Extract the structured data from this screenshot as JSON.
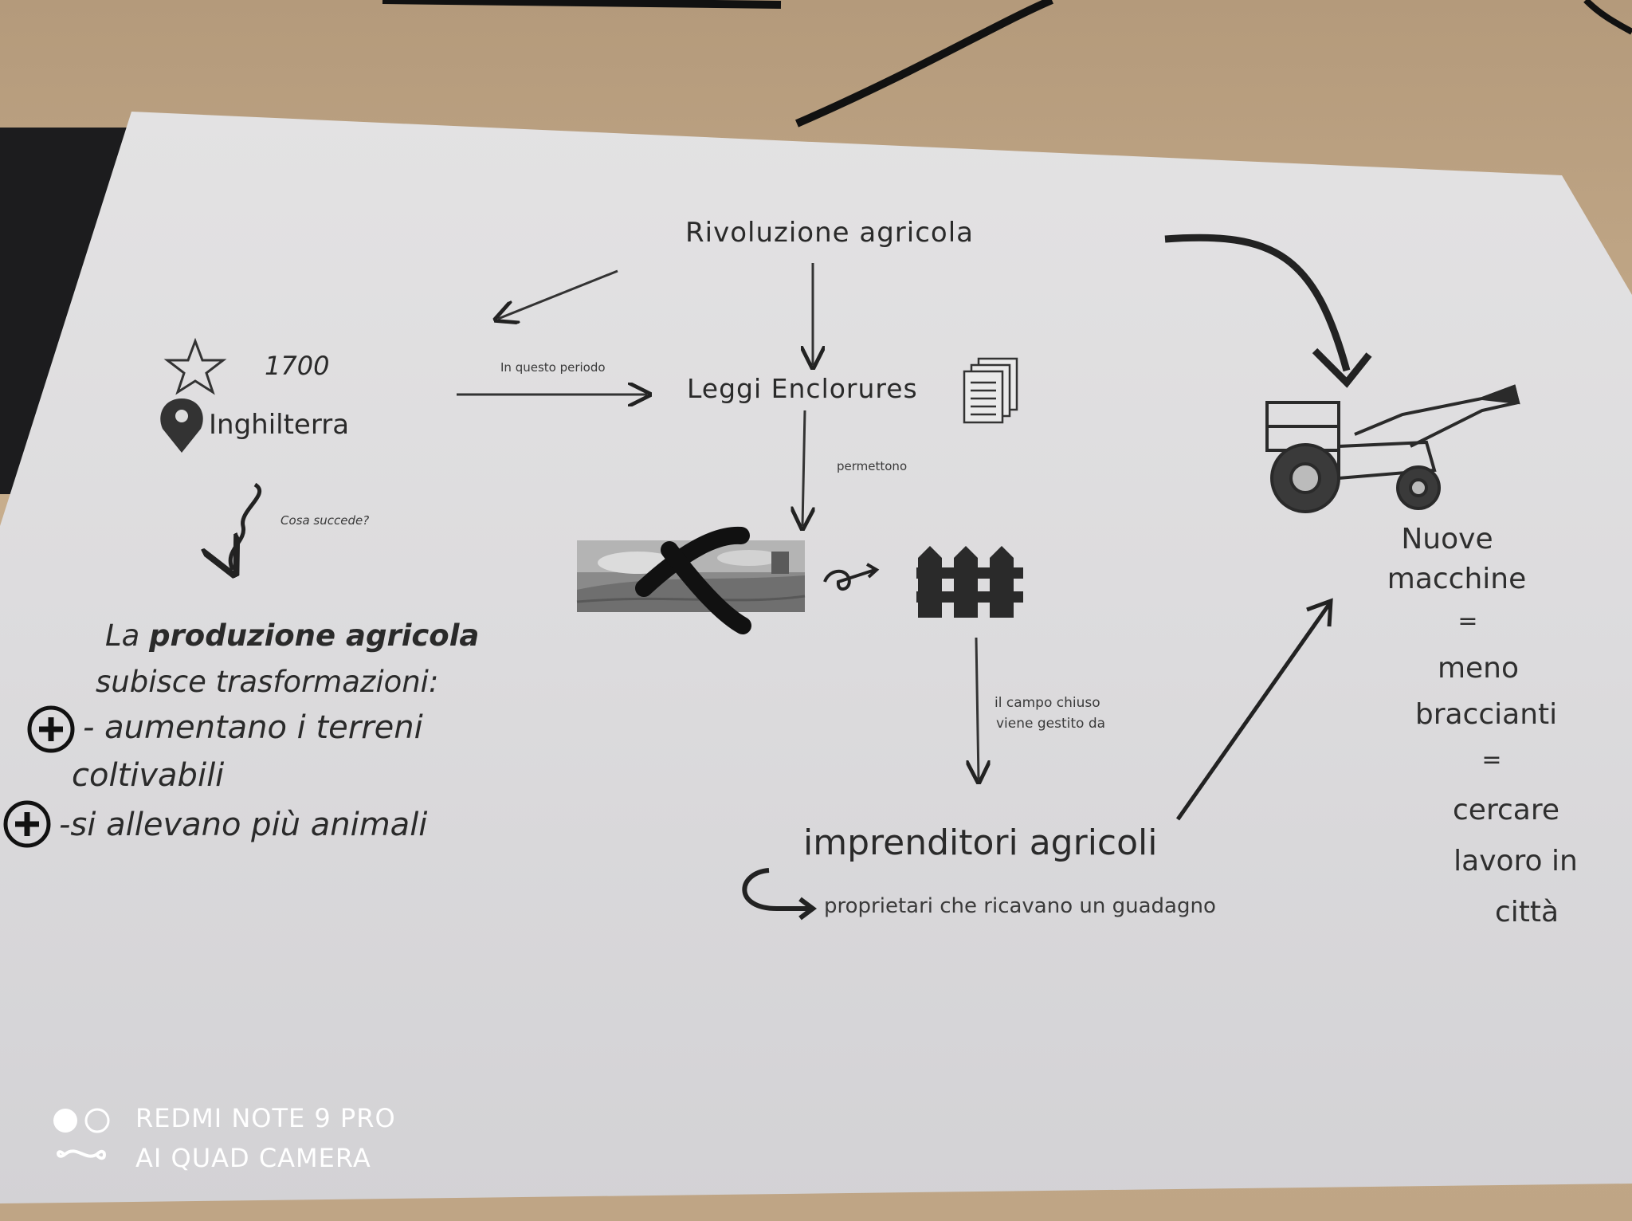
{
  "concept_map": {
    "title": "Rivoluzione agricola",
    "year": "1700",
    "place": "Inghilterra",
    "label_period": "In questo periodo",
    "enclosure_laws": "Leggi Enclorures",
    "label_allow": "permettono",
    "label_what_happens": "Cosa succede?",
    "production": {
      "line1_prefix": "La ",
      "line1_bold": "produzione agricola",
      "line2": "subisce trasformazioni:",
      "point1_a": "- aumentano i terreni",
      "point1_b": "coltivabili",
      "point2": "-si allevano più animali"
    },
    "label_closed_field_1": "il campo chiuso",
    "label_closed_field_2": "viene gestito da",
    "entrepreneurs": "imprenditori agricoli",
    "entrepreneurs_desc": "proprietari che ricavano un guadagno",
    "machines": {
      "l1": "Nuove",
      "l2": "macchine",
      "eq1": "=",
      "l3": "meno",
      "l4": "braccianti",
      "eq2": "=",
      "l5": "cercare",
      "l6": "lavoro in",
      "l7": "città"
    },
    "icons": [
      "star-icon",
      "location-pin-icon",
      "documents-icon",
      "landscape-image",
      "fence-icon",
      "tractor-icon",
      "plus-circle-icon"
    ]
  },
  "camera_watermark": {
    "line1": "REDMI NOTE 9 PRO",
    "line2": "AI QUAD CAMERA"
  }
}
